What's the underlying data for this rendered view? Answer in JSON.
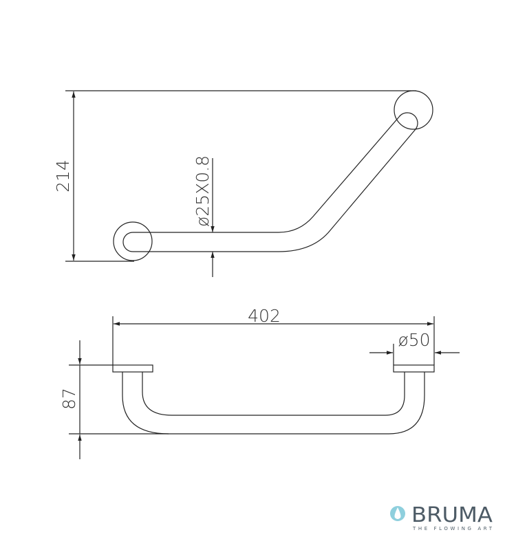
{
  "dimensions": {
    "height_top_view": "214",
    "tube_spec": "ø25X0.8",
    "length": "402",
    "rosette_diameter": "ø50",
    "depth": "87"
  },
  "logo": {
    "brand": "BRUMA",
    "tagline": "THE FLOWING ART",
    "drop_color": "#8ecfdd",
    "text_color": "#4d5b66"
  }
}
